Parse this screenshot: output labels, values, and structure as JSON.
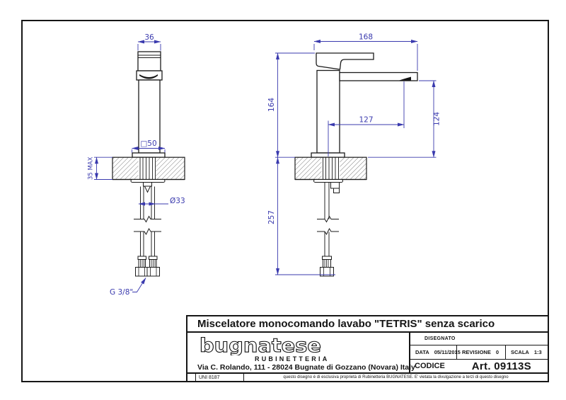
{
  "colors": {
    "dimension_blue": "#3a3aae",
    "line_black": "#1b1b1b"
  },
  "dims": {
    "front_width": "36",
    "front_base": "□50",
    "counter_max": "35 MAX",
    "hole_dia": "Ø33",
    "thread": "G 3/8\"",
    "side_width": "168",
    "height": "164",
    "reach": "127",
    "spout_height": "124",
    "below_deck": "257"
  },
  "title_block": {
    "title": "Miscelatore monocomando lavabo \"TETRIS\" senza scarico",
    "brand": "bugnatese",
    "brand_subtitle": "RUBINETTERIA",
    "address": "Via C. Rolando, 111 - 28024 Bugnate di Gozzano (Novara) Italy",
    "disegnato_label": "DISEGNATO",
    "data_label": "DATA",
    "data_value": "05/11/2015",
    "revisione_label": "REVISIONE",
    "revisione_value": "0",
    "scala_label": "SCALA",
    "scala_value": "1:3",
    "codice_label": "CODICE",
    "codice_value": "Art. 09113S",
    "standard": "UNI 8187",
    "notice": "questo disegno è di esclusiva proprietà di Rubinetteria BUGNATESE. E' vietata la divulgazione a terzi di questo disegno"
  }
}
